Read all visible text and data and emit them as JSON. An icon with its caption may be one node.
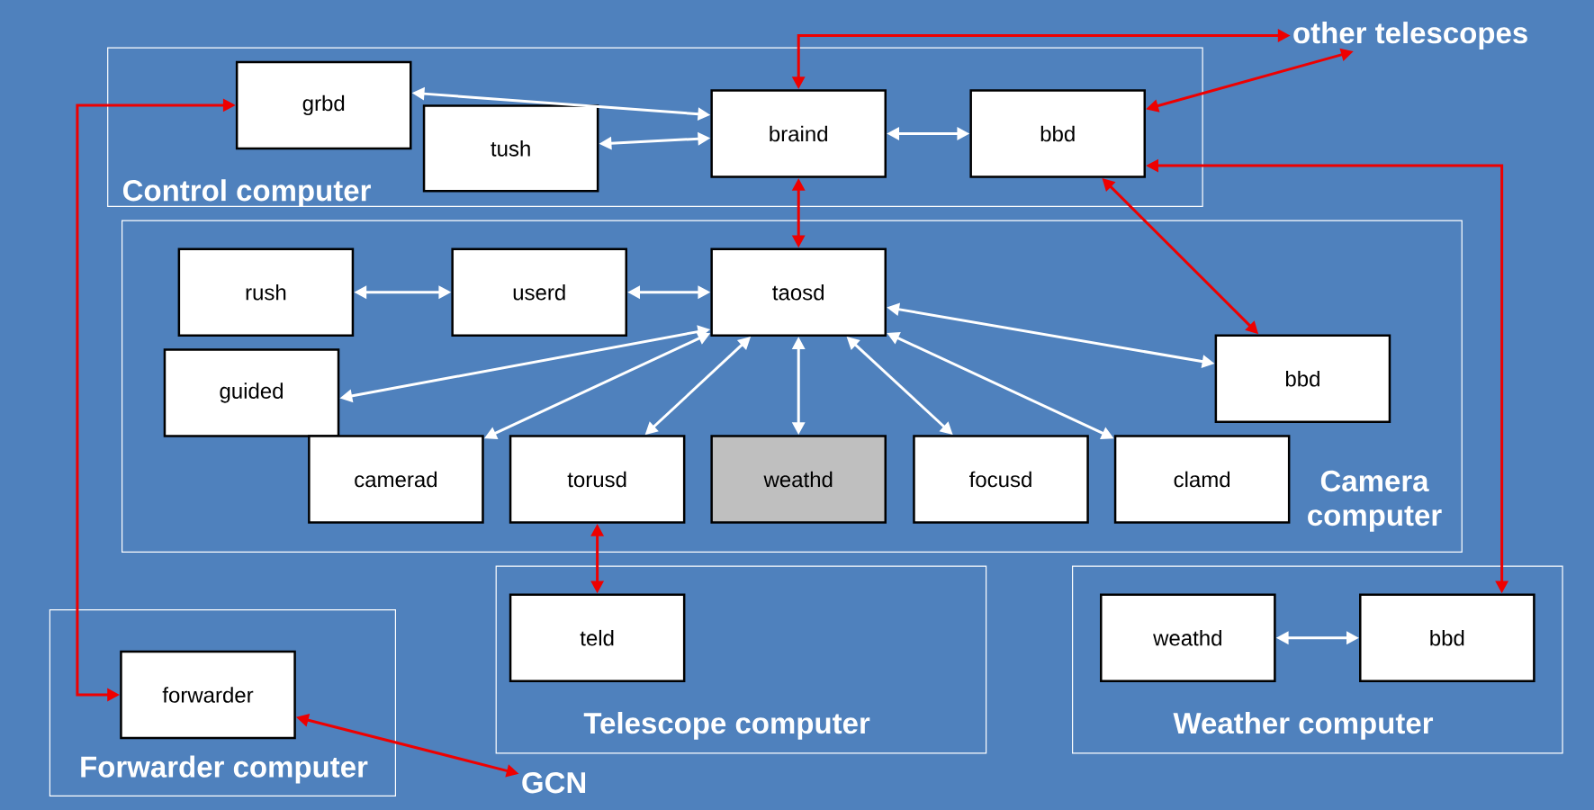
{
  "diagram": {
    "nodes": [
      {
        "text": [
          "Control computer"
        ]
      },
      {
        "text": [
          "grbd"
        ],
        "in": 0
      },
      {
        "text": [
          "tush"
        ],
        "in": 0
      },
      {
        "text": [
          "braind"
        ],
        "in": 0
      },
      {
        "text": [
          "bbd"
        ],
        "in": 0
      },
      {
        "text": [
          "Camera computer"
        ]
      },
      {
        "text": [
          "rush"
        ],
        "in": 5
      },
      {
        "text": [
          "userd"
        ],
        "in": 5
      },
      {
        "text": [
          "taosd"
        ],
        "in": 5
      },
      {
        "text": [
          "guided"
        ],
        "in": 5
      },
      {
        "text": [
          "bbd"
        ],
        "in": 5
      },
      {
        "text": [
          "camerad"
        ],
        "in": 5
      },
      {
        "text": [
          "torusd"
        ],
        "in": 5
      },
      {
        "text": [
          "weathd"
        ],
        "in": 5
      },
      {
        "text": [
          "focusd"
        ],
        "in": 5
      },
      {
        "text": [
          "clamd"
        ],
        "in": 5
      },
      {
        "text": [
          "Forwarder computer"
        ]
      },
      {
        "text": [
          "forwarder"
        ],
        "in": 16
      },
      {
        "text": [
          "Telescope computer"
        ]
      },
      {
        "text": [
          "teld"
        ],
        "in": 18
      },
      {
        "text": [
          "Weather computer"
        ]
      },
      {
        "text": [
          "weathd"
        ],
        "in": 20
      },
      {
        "text": [
          "bbd"
        ],
        "in": 20
      },
      {
        "text": [
          "other telescopes"
        ]
      },
      {
        "text": [
          "GCN"
        ]
      }
    ],
    "edges": [
      {
        "from": 1,
        "to": 3,
        "arrow": "both"
      },
      {
        "from": 2,
        "to": 3,
        "arrow": "both"
      },
      {
        "from": 3,
        "to": 4,
        "arrow": "both"
      },
      {
        "from": 6,
        "to": 7,
        "arrow": "both"
      },
      {
        "from": 7,
        "to": 8,
        "arrow": "both"
      },
      {
        "from": 8,
        "to": 9,
        "arrow": "both"
      },
      {
        "from": 8,
        "to": 11,
        "arrow": "both"
      },
      {
        "from": 8,
        "to": 12,
        "arrow": "both"
      },
      {
        "from": 8,
        "to": 13,
        "arrow": "both"
      },
      {
        "from": 8,
        "to": 14,
        "arrow": "both"
      },
      {
        "from": 8,
        "to": 15,
        "arrow": "both"
      },
      {
        "from": 8,
        "to": 10,
        "arrow": "both"
      },
      {
        "from": 21,
        "to": 22,
        "arrow": "both"
      },
      {
        "from": 3,
        "to": 23,
        "arrow": "both",
        "color": "#ee0000"
      },
      {
        "from": 4,
        "to": 23,
        "arrow": "both",
        "color": "#ee0000"
      },
      {
        "from": 4,
        "to": 22,
        "arrow": "both",
        "color": "#ee0000"
      },
      {
        "from": 3,
        "to": 8,
        "arrow": "both",
        "color": "#ee0000"
      },
      {
        "from": 4,
        "to": 10,
        "arrow": "both",
        "color": "#ee0000"
      },
      {
        "from": 12,
        "to": 19,
        "arrow": "both",
        "color": "#ee0000"
      },
      {
        "from": 1,
        "to": 17,
        "arrow": "both",
        "color": "#ee0000"
      },
      {
        "from": 17,
        "to": 24,
        "arrow": "both",
        "color": "#ee0000"
      }
    ]
  }
}
